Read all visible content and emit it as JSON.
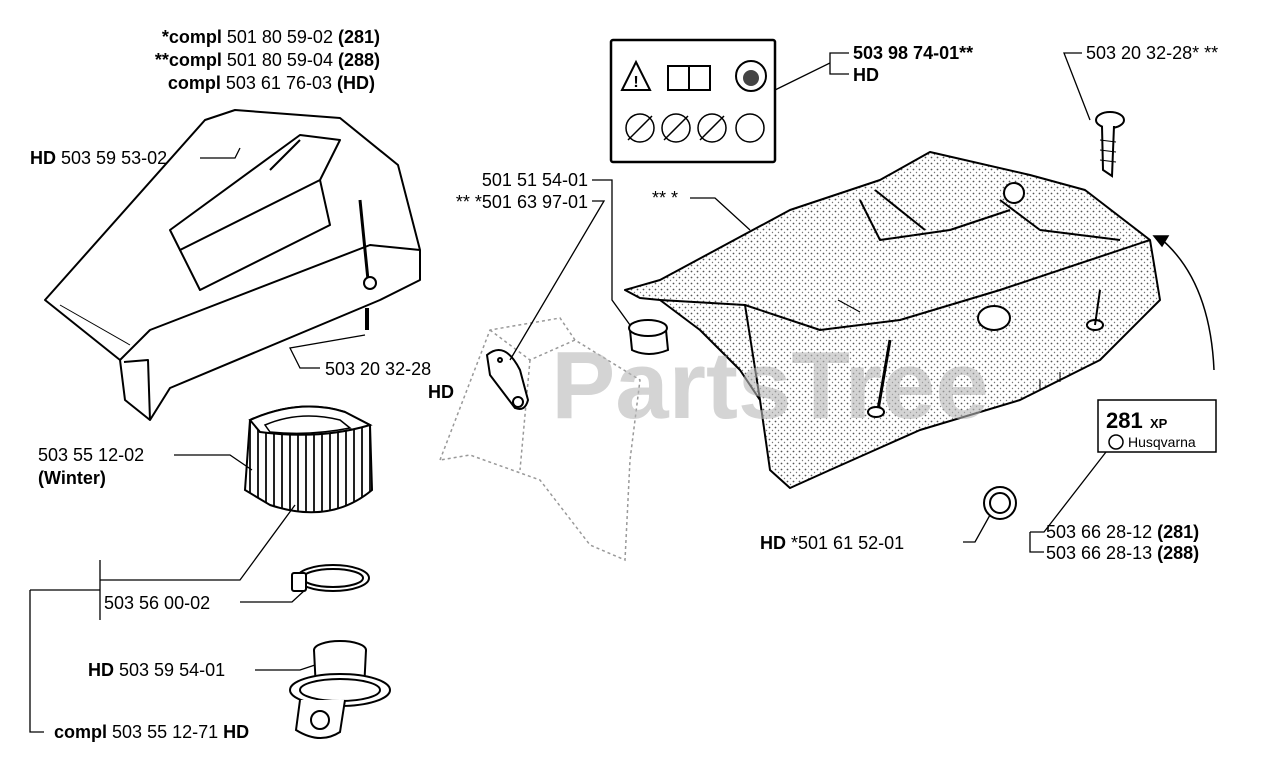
{
  "watermark": "PartsTree",
  "callouts": {
    "top_cover": {
      "lines": [
        {
          "prefix": "*compl",
          "number": "501 80 59-02",
          "suffix": "(281)"
        },
        {
          "prefix": "**compl",
          "number": "501 80 59-04",
          "suffix": "(288)"
        },
        {
          "prefix": "compl",
          "number": "503 61 76-03",
          "suffix": "(HD)"
        }
      ]
    },
    "cover_hd": {
      "prefix": "HD",
      "number": "503 59 53-02"
    },
    "cover_screw": {
      "number": "503 20 32-28",
      "suffix": "HD"
    },
    "filter": {
      "number": "503 55 12-02",
      "suffix": "(Winter)"
    },
    "clamp": {
      "number": "503 56 00-02"
    },
    "adapter": {
      "prefix": "HD",
      "number": "503 59 54-01"
    },
    "kit": {
      "prefix": "compl",
      "number": "503 55 12-71",
      "suffix": "HD"
    },
    "flap": {
      "line1": "501 51 54-01",
      "line2": "** *501 63 97-01"
    },
    "main_cover": {
      "text": "** *"
    },
    "decal": {
      "number": "503 98 74-01**",
      "suffix": "HD"
    },
    "screw_right": {
      "number": "503 20 32-28* **"
    },
    "grommet": {
      "prefix": "HD",
      "number": "*501 61 52-01"
    },
    "emblem": {
      "lines": [
        {
          "number": "503 66 28-12",
          "suffix": "(281)"
        },
        {
          "number": "503 66 28-13",
          "suffix": "(288)"
        }
      ]
    }
  },
  "emblem_plate": {
    "model": "281",
    "model_suffix": "XP",
    "brand": "Husqvarna"
  }
}
